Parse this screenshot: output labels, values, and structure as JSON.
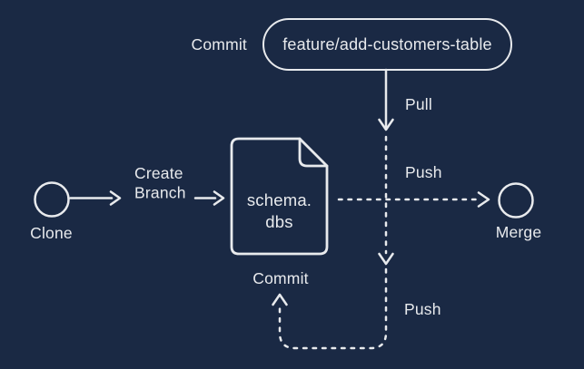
{
  "diagram": {
    "colors": {
      "background": "#1a2944",
      "stroke": "#e8eaed",
      "text": "#e8eaed"
    },
    "branch_pill": {
      "label": "feature/add-customers-table"
    },
    "file_node": {
      "name_line1": "schema.",
      "name_line2": "dbs"
    },
    "nodes": {
      "clone_label": "Clone",
      "merge_label": "Merge"
    },
    "labels": {
      "commit_top": "Commit",
      "pull": "Pull",
      "push_upper": "Push",
      "push_lower": "Push",
      "commit_bottom": "Commit",
      "create_branch_line1": "Create",
      "create_branch_line2": "Branch"
    }
  }
}
